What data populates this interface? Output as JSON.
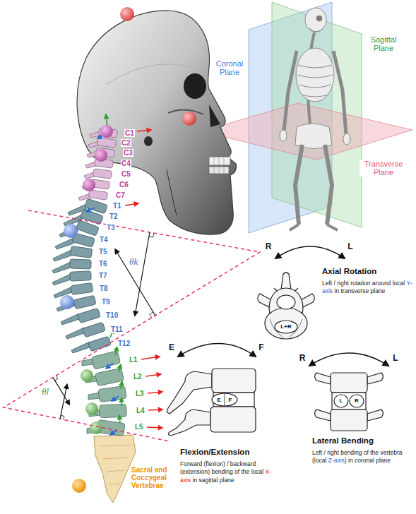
{
  "diagram": {
    "labels": [
      "Coronal Plane",
      "Sagittal Plane",
      "Transverse Plane",
      "C1",
      "C2",
      "C3",
      "C4",
      "C5",
      "C6",
      "C7",
      "T1",
      "T2",
      "T3",
      "T4",
      "T5",
      "T6",
      "T7",
      "T8",
      "T9",
      "T10",
      "T11",
      "T12",
      "L1",
      "L2",
      "L3",
      "L4",
      "L5",
      "Sacral and Coccygeal Vertebrae",
      "θk",
      "θl",
      "R",
      "L",
      "Axial Rotation",
      "Left / right rotation around local",
      "Y-axis",
      "in transverse plane",
      "L+R",
      "E",
      "F",
      "E",
      "F",
      "Flexion/Extension",
      "Forward (flexion) / backward (extension) bending of the local",
      "X-axis",
      "in sagittal plane",
      "R",
      "L",
      "L",
      "R",
      "Lateral Bending",
      "Left / right bending of the vertebra (local",
      "Z-axis",
      ") in coronal plane"
    ]
  }
}
